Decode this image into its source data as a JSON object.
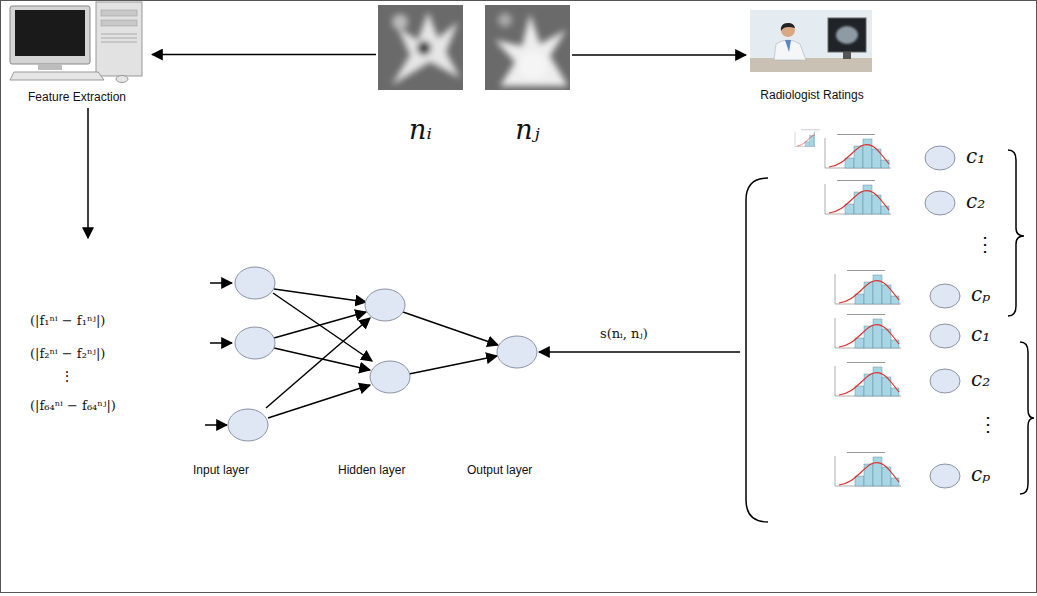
{
  "diagram": {
    "nodes": [
      {
        "text": [
          "Feature Extraction"
        ]
      },
      {
        "text": [
          "nᵢ"
        ]
      },
      {
        "text": [
          "nⱼ"
        ]
      },
      {
        "text": [
          "Radiologist Ratings"
        ]
      }
    ],
    "edges": [
      {
        "from": 1,
        "to": 0,
        "arrow": "to"
      },
      {
        "from": 2,
        "to": 3,
        "arrow": "to"
      }
    ],
    "labels": [
      "(|f₁ⁿⁱ − f₁ⁿʲ|)",
      "(|f₂ⁿⁱ − f₂ⁿʲ|)",
      "⋮",
      "(|f₆₄ⁿⁱ − f₆₄ⁿʲ|)",
      "Input layer",
      "Hidden layer",
      "Output layer",
      "s(nᵢ, nⱼ)",
      "c₁",
      "c₂",
      "⋮",
      "cₚ",
      "c₁",
      "c₂",
      "⋮",
      "cₚ"
    ]
  }
}
